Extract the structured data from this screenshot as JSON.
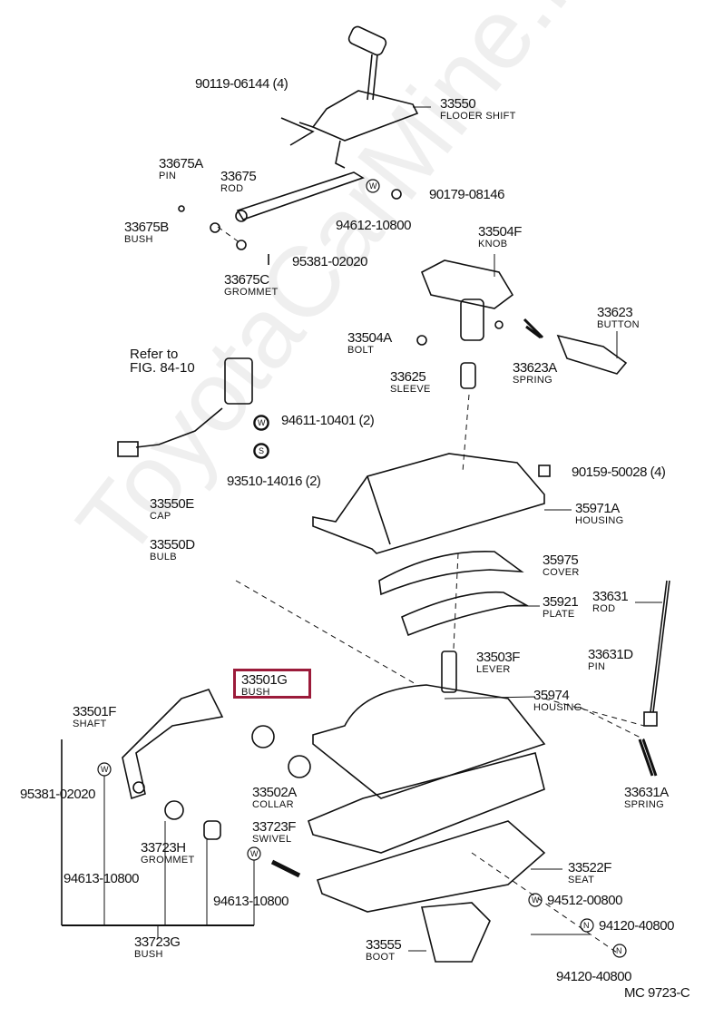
{
  "figure_code": "MC 9723-C",
  "watermark": "ToyotaCarMine.ru",
  "highlight_color": "#9b1b3a",
  "highlighted_part": "33501G",
  "reference": {
    "line1": "Refer to",
    "line2": "FIG. 84-10"
  },
  "callouts": [
    {
      "num": "90119-06144 (4)",
      "name": ""
    },
    {
      "num": "33550",
      "name": "FLOOER SHIFT"
    },
    {
      "num": "33675A",
      "name": "PIN"
    },
    {
      "num": "33675",
      "name": "ROD"
    },
    {
      "num": "90179-08146",
      "name": ""
    },
    {
      "num": "94612-10800",
      "name": ""
    },
    {
      "num": "33675B",
      "name": "BUSH"
    },
    {
      "num": "95381-02020",
      "name": ""
    },
    {
      "num": "33675C",
      "name": "GROMMET"
    },
    {
      "num": "33504F",
      "name": "KNOB"
    },
    {
      "num": "33623",
      "name": "BUTTON"
    },
    {
      "num": "33504A",
      "name": "BOLT"
    },
    {
      "num": "33625",
      "name": "SLEEVE"
    },
    {
      "num": "33623A",
      "name": "SPRING"
    },
    {
      "num": "94611-10401 (2)",
      "name": ""
    },
    {
      "num": "93510-14016 (2)",
      "name": ""
    },
    {
      "num": "90159-50028 (4)",
      "name": ""
    },
    {
      "num": "33550E",
      "name": "CAP"
    },
    {
      "num": "35971A",
      "name": "HOUSING"
    },
    {
      "num": "33550D",
      "name": "BULB"
    },
    {
      "num": "35975",
      "name": "COVER"
    },
    {
      "num": "35921",
      "name": "PLATE"
    },
    {
      "num": "33631",
      "name": "ROD"
    },
    {
      "num": "33503F",
      "name": "LEVER"
    },
    {
      "num": "33631D",
      "name": "PIN"
    },
    {
      "num": "33501G",
      "name": "BUSH"
    },
    {
      "num": "35974",
      "name": "HOUSING"
    },
    {
      "num": "33501F",
      "name": "SHAFT"
    },
    {
      "num": "95381-02020",
      "name": ""
    },
    {
      "num": "33502A",
      "name": "COLLAR"
    },
    {
      "num": "33631A",
      "name": "SPRING"
    },
    {
      "num": "33723F",
      "name": "SWIVEL"
    },
    {
      "num": "33723H",
      "name": "GROMMET"
    },
    {
      "num": "94613-10800",
      "name": ""
    },
    {
      "num": "33522F",
      "name": "SEAT"
    },
    {
      "num": "94613-10800",
      "name": ""
    },
    {
      "num": "94512-00800",
      "name": ""
    },
    {
      "num": "94120-40800",
      "name": ""
    },
    {
      "num": "33723G",
      "name": "BUSH"
    },
    {
      "num": "33555",
      "name": "BOOT"
    },
    {
      "num": "94120-40800",
      "name": ""
    }
  ],
  "washer_symbols": [
    "W",
    "S",
    "N"
  ]
}
